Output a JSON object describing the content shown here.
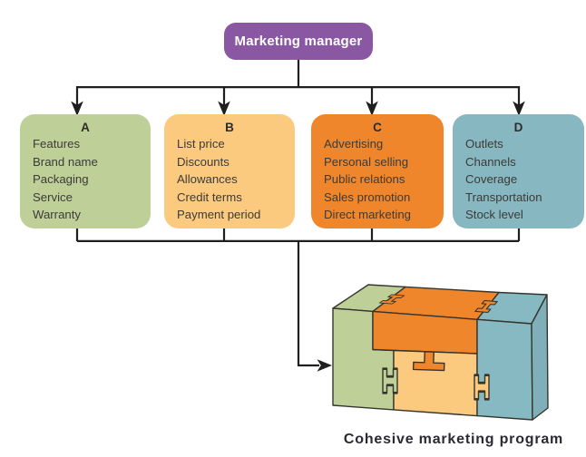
{
  "diagram": {
    "root": {
      "label": "Marketing manager",
      "bg": "#8A58A3",
      "text_color": "#FFFFFF"
    },
    "connector_color": "#1F1F1F",
    "groups": [
      {
        "letter": "A",
        "bg": "#BED098",
        "items": [
          "Features",
          "Brand name",
          "Packaging",
          "Service",
          "Warranty"
        ]
      },
      {
        "letter": "B",
        "bg": "#FBCA7F",
        "items": [
          "List price",
          "Discounts",
          "Allowances",
          "Credit terms",
          "Payment period"
        ]
      },
      {
        "letter": "C",
        "bg": "#F0862B",
        "items": [
          "Advertising",
          "Personal selling",
          "Public relations",
          "Sales promotion",
          "Direct marketing"
        ]
      },
      {
        "letter": "D",
        "bg": "#87B8C1",
        "items": [
          "Outlets",
          "Channels",
          "Coverage",
          "Transportation",
          "Stock level"
        ]
      }
    ],
    "caption": "Cohesive marketing program",
    "illustration": {
      "name": "cohesive-marketing-puzzle-box",
      "pieces": [
        "green",
        "orange",
        "apricot",
        "teal"
      ],
      "colors": {
        "green": "#BED098",
        "orange": "#F0862B",
        "apricot": "#FBCA7F",
        "teal": "#86B9C2",
        "teal_side": "#7FAFB9",
        "outline": "#35352E"
      }
    }
  }
}
